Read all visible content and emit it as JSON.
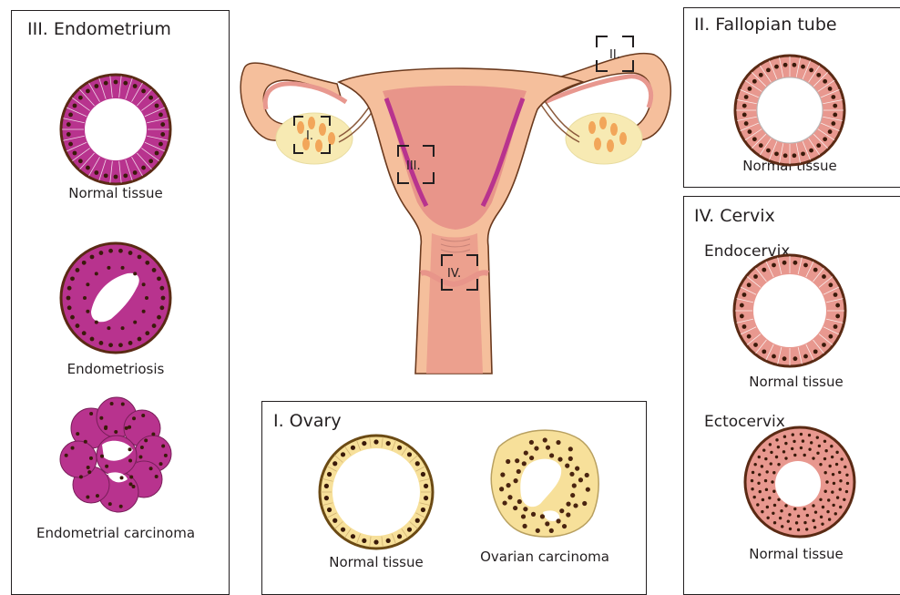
{
  "panels": {
    "endometrium": {
      "title": "III. Endometrium",
      "captions": [
        "Normal tissue",
        "Endometriosis",
        "Endometrial carcinoma"
      ]
    },
    "fallopian": {
      "title": "II. Fallopian tube",
      "caption": "Normal tissue"
    },
    "cervix": {
      "title": "IV. Cervix",
      "endocervix": {
        "label": "Endocervix",
        "caption": "Normal tissue"
      },
      "ectocervix": {
        "label": "Ectocervix",
        "caption": "Normal tissue"
      }
    },
    "ovary": {
      "title": "I. Ovary",
      "captions": [
        "Normal tissue",
        "Ovarian carcinoma"
      ]
    }
  },
  "markers": {
    "ovary": "I.",
    "fallopian": "II.",
    "endometrium": "III.",
    "cervix": "IV."
  },
  "colors": {
    "endometrium": "#b8338e",
    "fallopian": "#e8988f",
    "cervix": "#e8988f",
    "ovary": "#f7e09a",
    "uterus": "#f5bf9c",
    "cavity": "#e8958a",
    "outline": "#6b3a1e"
  }
}
